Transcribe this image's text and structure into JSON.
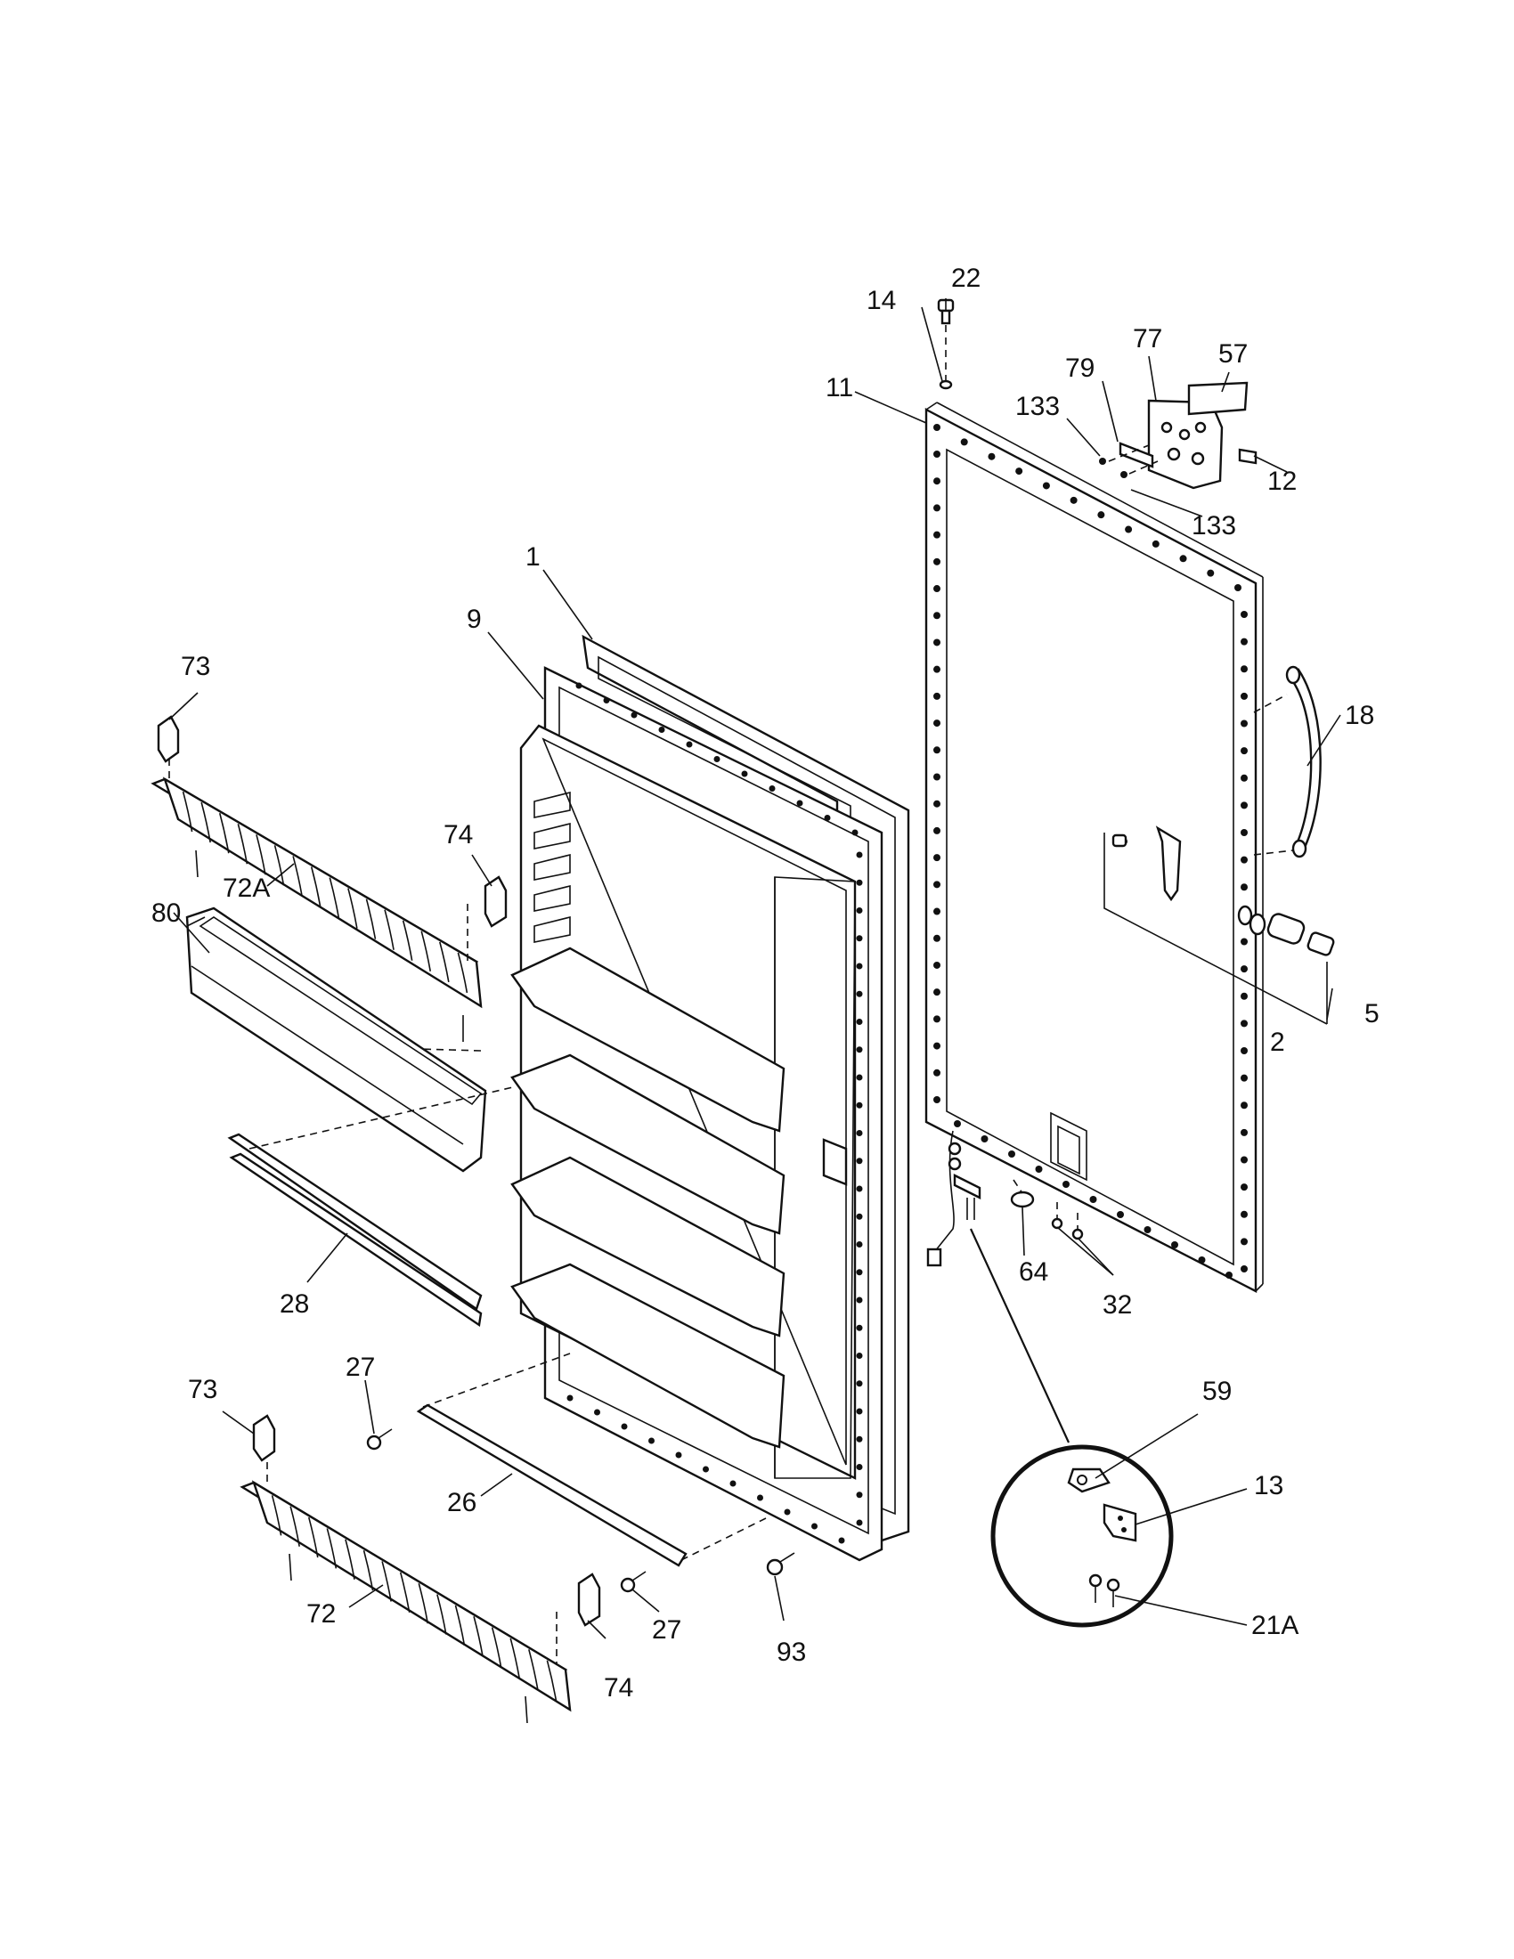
{
  "labels": {
    "l1": "1",
    "l2": "2",
    "l5": "5",
    "l9": "9",
    "l11": "11",
    "l12": "12",
    "l13": "13",
    "l14": "14",
    "l18": "18",
    "l21a": "21A",
    "l22": "22",
    "l26": "26",
    "l27a": "27",
    "l27b": "27",
    "l28": "28",
    "l32": "32",
    "l57": "57",
    "l59": "59",
    "l64": "64",
    "l72": "72",
    "l72a": "72A",
    "l73a": "73",
    "l73b": "73",
    "l74a": "74",
    "l74b": "74",
    "l77": "77",
    "l79": "79",
    "l80": "80",
    "l93": "93",
    "l133a": "133",
    "l133b": "133"
  }
}
